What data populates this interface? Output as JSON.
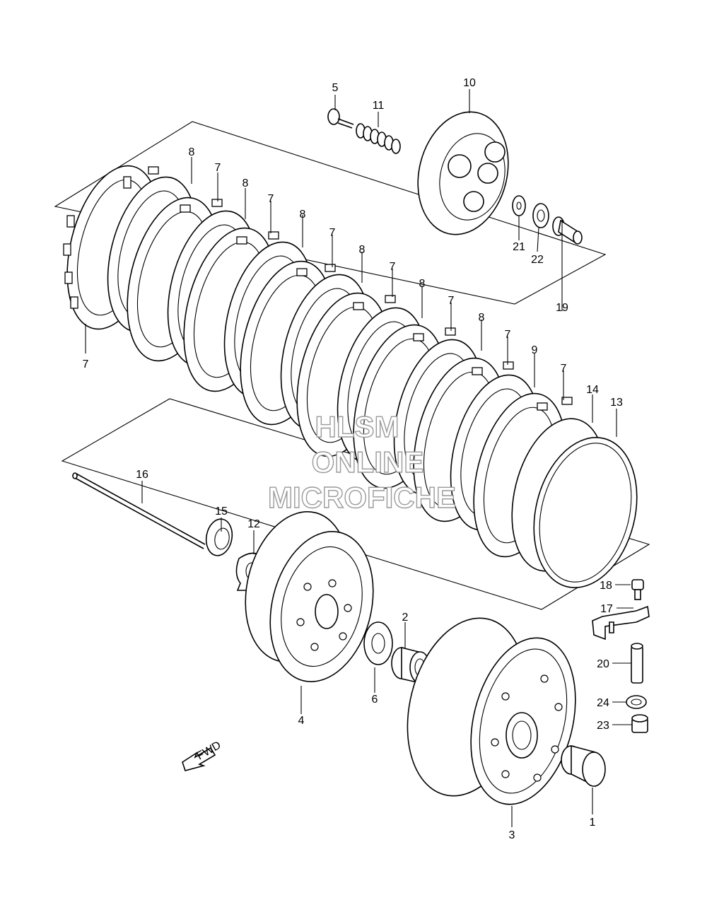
{
  "callouts": {
    "c1": "1",
    "c2": "2",
    "c3": "3",
    "c4": "4",
    "c5": "5",
    "c6": "6",
    "c7": "7",
    "c8": "8",
    "c9": "9",
    "c10": "10",
    "c11": "11",
    "c12": "12",
    "c13": "13",
    "c14": "14",
    "c15": "15",
    "c16": "16",
    "c17": "17",
    "c18": "18",
    "c19": "19",
    "c20": "20",
    "c21": "21",
    "c22": "22",
    "c23": "23",
    "c24": "24"
  },
  "watermark": {
    "line1": "HLSM",
    "line2": "ONLINE",
    "line3": "MICROFICHE"
  },
  "fwd_label": "FWD"
}
